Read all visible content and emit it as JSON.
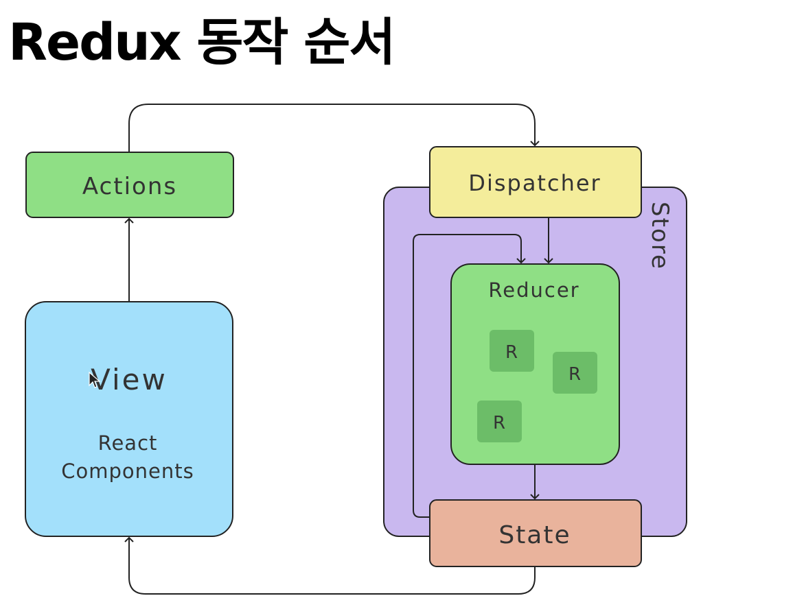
{
  "title": "Redux 동작 순서",
  "diagram": {
    "actions": {
      "label": "Actions"
    },
    "view": {
      "label": "View",
      "sublabel_line1": "React",
      "sublabel_line2": "Components"
    },
    "store": {
      "label": "Store"
    },
    "dispatcher": {
      "label": "Dispatcher"
    },
    "reducer": {
      "label": "Reducer",
      "sub_reducers": [
        "R",
        "R",
        "R"
      ]
    },
    "state": {
      "label": "State"
    }
  },
  "colors": {
    "actions": "#8fdf85",
    "view": "#a3e0fb",
    "store": "#c9b8ef",
    "dispatcher": "#f4ed9b",
    "reducer": "#8fdf85",
    "sub_reducer": "#6cbd68",
    "state": "#e9b39c",
    "stroke": "#222222"
  }
}
